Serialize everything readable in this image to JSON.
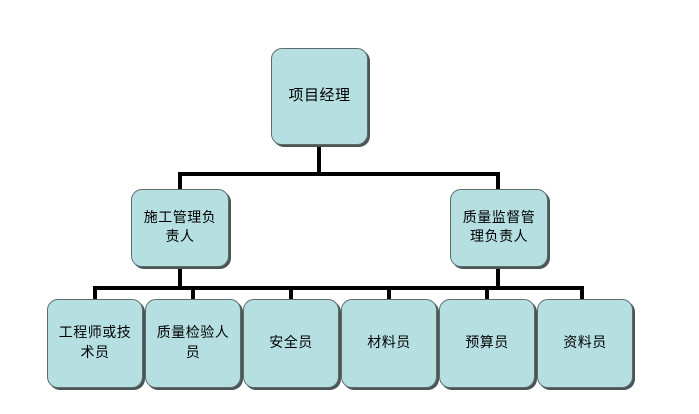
{
  "diagram": {
    "type": "organization-chart",
    "title": "",
    "background_color": "#ffffff",
    "node_fill_color": "#b5dfe1",
    "node_border_color": "#5f6b6b",
    "connector_color": "#000000",
    "levels": [
      {
        "level": 1,
        "nodes": [
          {
            "id": "project-manager",
            "label": "项目经理"
          }
        ]
      },
      {
        "level": 2,
        "nodes": [
          {
            "id": "construction-management-lead",
            "label": "施工管理负责人"
          },
          {
            "id": "quality-supervision-lead",
            "label": "质量监督管理负责人"
          }
        ]
      },
      {
        "level": 3,
        "nodes": [
          {
            "id": "engineer-or-technician",
            "label": "工程师或技术员"
          },
          {
            "id": "quality-inspector",
            "label": "质量检验人员"
          },
          {
            "id": "safety-officer",
            "label": "安全员"
          },
          {
            "id": "materials-clerk",
            "label": "材料员"
          },
          {
            "id": "budget-officer",
            "label": "预算员"
          },
          {
            "id": "documentation-clerk",
            "label": "资料员"
          }
        ]
      }
    ]
  }
}
